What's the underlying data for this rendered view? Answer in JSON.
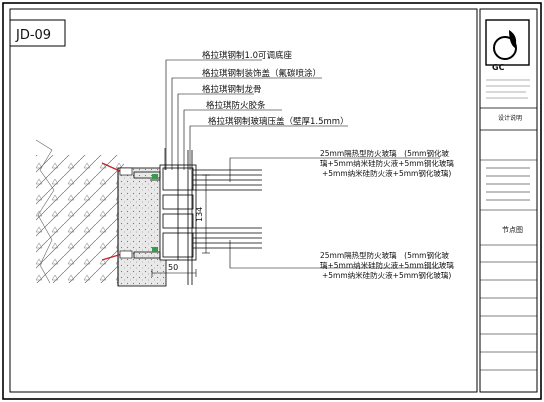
{
  "drawing_code": "JD-09",
  "annotations": [
    "格拉琪钢制1.0可调底座",
    "格拉琪钢制装饰盖（氟碳喷涂）",
    "格拉琪钢制龙骨",
    "格拉琪防火胶条",
    "格拉琪钢制玻璃压盖（壁厚1.5mm）"
  ],
  "glass_spec_top": [
    "25mm隔热型防火玻璃　(5mm钢化玻",
    "璃+5mm纳米硅防火液+5mm钢化玻璃",
    "+5mm纳米硅防火液+5mm钢化玻璃)"
  ],
  "glass_spec_bottom": [
    "25mm隔热型防火玻璃　(5mm钢化玻",
    "璃+5mm纳米硅防火液+5mm钢化玻璃",
    "+5mm纳米硅防火液+5mm钢化玻璃)"
  ],
  "dimensions": {
    "height": "134",
    "width": "50"
  },
  "title_block": {
    "logo_text": "GC",
    "design_label": "设计说明",
    "drawing_name": "节点图"
  }
}
